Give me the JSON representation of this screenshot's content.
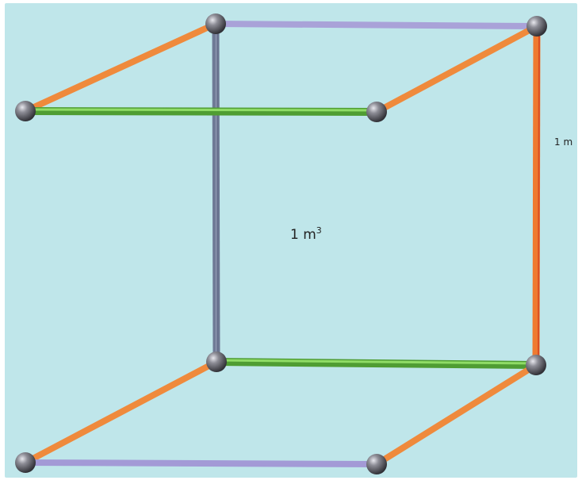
{
  "diagram": {
    "volume_label": {
      "value": "1 m",
      "exponent": "3"
    },
    "edge_label": "1 m",
    "colors": {
      "background": "#bfe6ea",
      "vertical_rod": "#8f9ab6",
      "depth_rod": "#ef8a3c",
      "width_rod_top_back": "#a9a2d8",
      "width_rod_bottom_front": "#a39ad6",
      "width_rod_green": "#6cc24a",
      "joint_sphere": "#5f5f66"
    }
  }
}
